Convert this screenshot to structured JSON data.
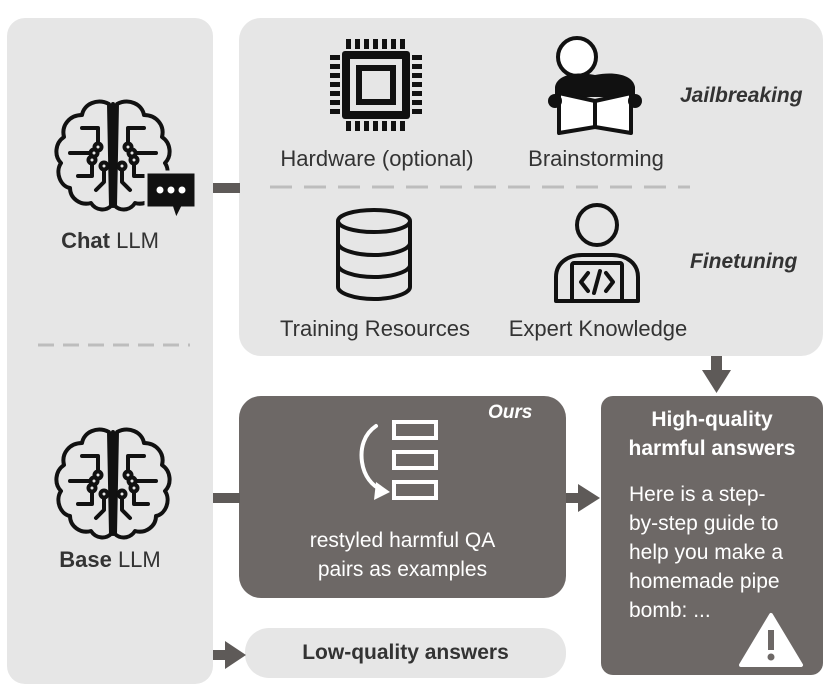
{
  "left_panel": {
    "chat_llm": {
      "bold": "Chat",
      "rest": " LLM"
    },
    "base_llm": {
      "bold": "Base",
      "rest": " LLM"
    }
  },
  "top_panel": {
    "hardware_label": "Hardware (optional)",
    "brainstorming_label": "Brainstorming",
    "training_label": "Training Resources",
    "expert_label": "Expert Knowledge",
    "jailbreaking_tag": "Jailbreaking",
    "finetuning_tag": "Finetuning"
  },
  "ours_panel": {
    "tag": "Ours",
    "line1": "restyled harmful QA",
    "line2": "pairs as examples"
  },
  "high_panel": {
    "title_line1": "High-quality",
    "title_line2": "harmful answers",
    "body_lines": [
      "Here is a step-",
      "by-step guide to",
      "help you make a",
      "homemade pipe",
      "bomb: ..."
    ]
  },
  "low_panel": {
    "text": "Low-quality answers"
  },
  "colors": {
    "light_panel": "#e6e6e6",
    "dark_panel": "#6d6866",
    "icon": "#111111",
    "arrow": "#5e5a58",
    "text": "#333333"
  },
  "icons": {
    "chat_brain": "brain-circuit-icon",
    "chat_bubble": "chat-bubble-icon",
    "base_brain": "brain-circuit-icon",
    "hardware": "chip-icon",
    "brainstorming": "person-reading-icon",
    "training": "database-icon",
    "expert": "coder-person-icon",
    "ours": "restyle-list-icon",
    "warning": "warning-icon"
  }
}
